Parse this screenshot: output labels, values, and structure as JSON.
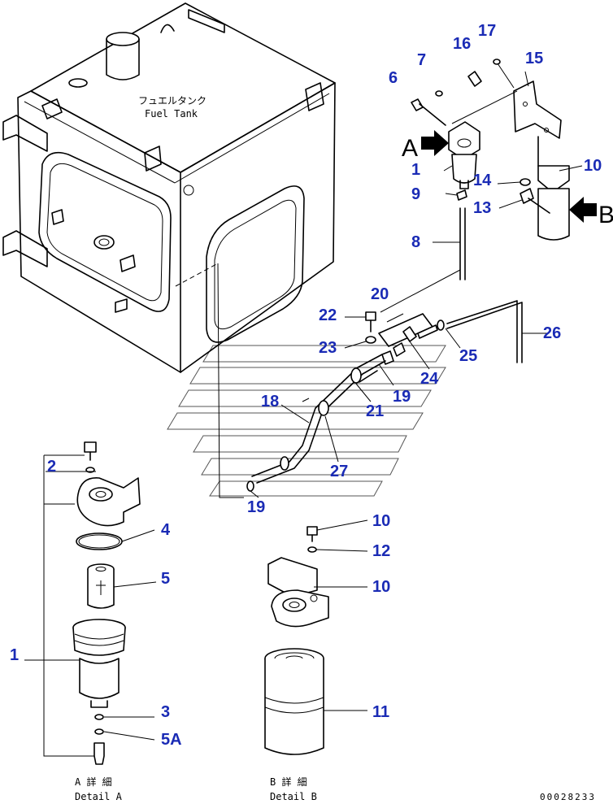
{
  "tank_label": {
    "jp": "フュエルタンク",
    "en": "Fuel Tank"
  },
  "view_letters": {
    "a": "A",
    "b": "B"
  },
  "callouts": {
    "c1": "1",
    "c2": "2",
    "c3": "3",
    "c4": "4",
    "c5": "5",
    "c5a": "5A",
    "c6": "6",
    "c7": "7",
    "c8": "8",
    "c9": "9",
    "c10": "10",
    "c11": "11",
    "c12": "12",
    "c13": "13",
    "c14": "14",
    "c15": "15",
    "c16": "16",
    "c17": "17",
    "c18": "18",
    "c19": "19",
    "c20": "20",
    "c21": "21",
    "c22": "22",
    "c23": "23",
    "c24": "24",
    "c25": "25",
    "c26": "26",
    "c27": "27"
  },
  "detail_a": {
    "jp": "A 詳 細",
    "en": "Detail A"
  },
  "detail_b": {
    "jp": "B 詳 細",
    "en": "Detail B"
  },
  "drawing_code": "00028233"
}
